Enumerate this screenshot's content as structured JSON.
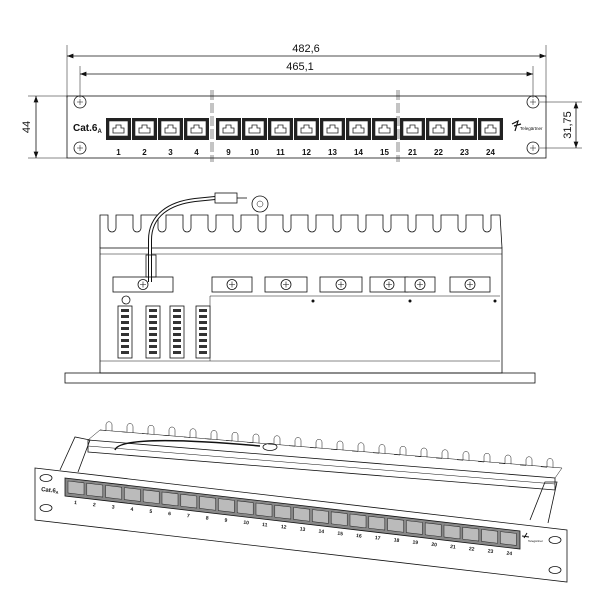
{
  "dimensions": {
    "overall_width": "482,6",
    "hole_spacing": "465,1",
    "height": "44",
    "hole_vertical": "31,75"
  },
  "front_view": {
    "category_label": "Cat.6",
    "category_subscript": "A",
    "brand": "Telegärtner",
    "port_groups": [
      [
        "1",
        "2",
        "3",
        "4"
      ],
      [
        "9",
        "10",
        "11",
        "12",
        "13",
        "14",
        "15"
      ],
      [
        "21",
        "22",
        "23",
        "24"
      ]
    ]
  },
  "perspective_view": {
    "category_label": "Cat.6",
    "category_subscript": "A",
    "brand": "Telegärtner",
    "ports": [
      "1",
      "2",
      "3",
      "4",
      "5",
      "6",
      "7",
      "8",
      "9",
      "10",
      "11",
      "12",
      "13",
      "14",
      "15",
      "16",
      "17",
      "18",
      "19",
      "20",
      "21",
      "22",
      "23",
      "24"
    ]
  }
}
